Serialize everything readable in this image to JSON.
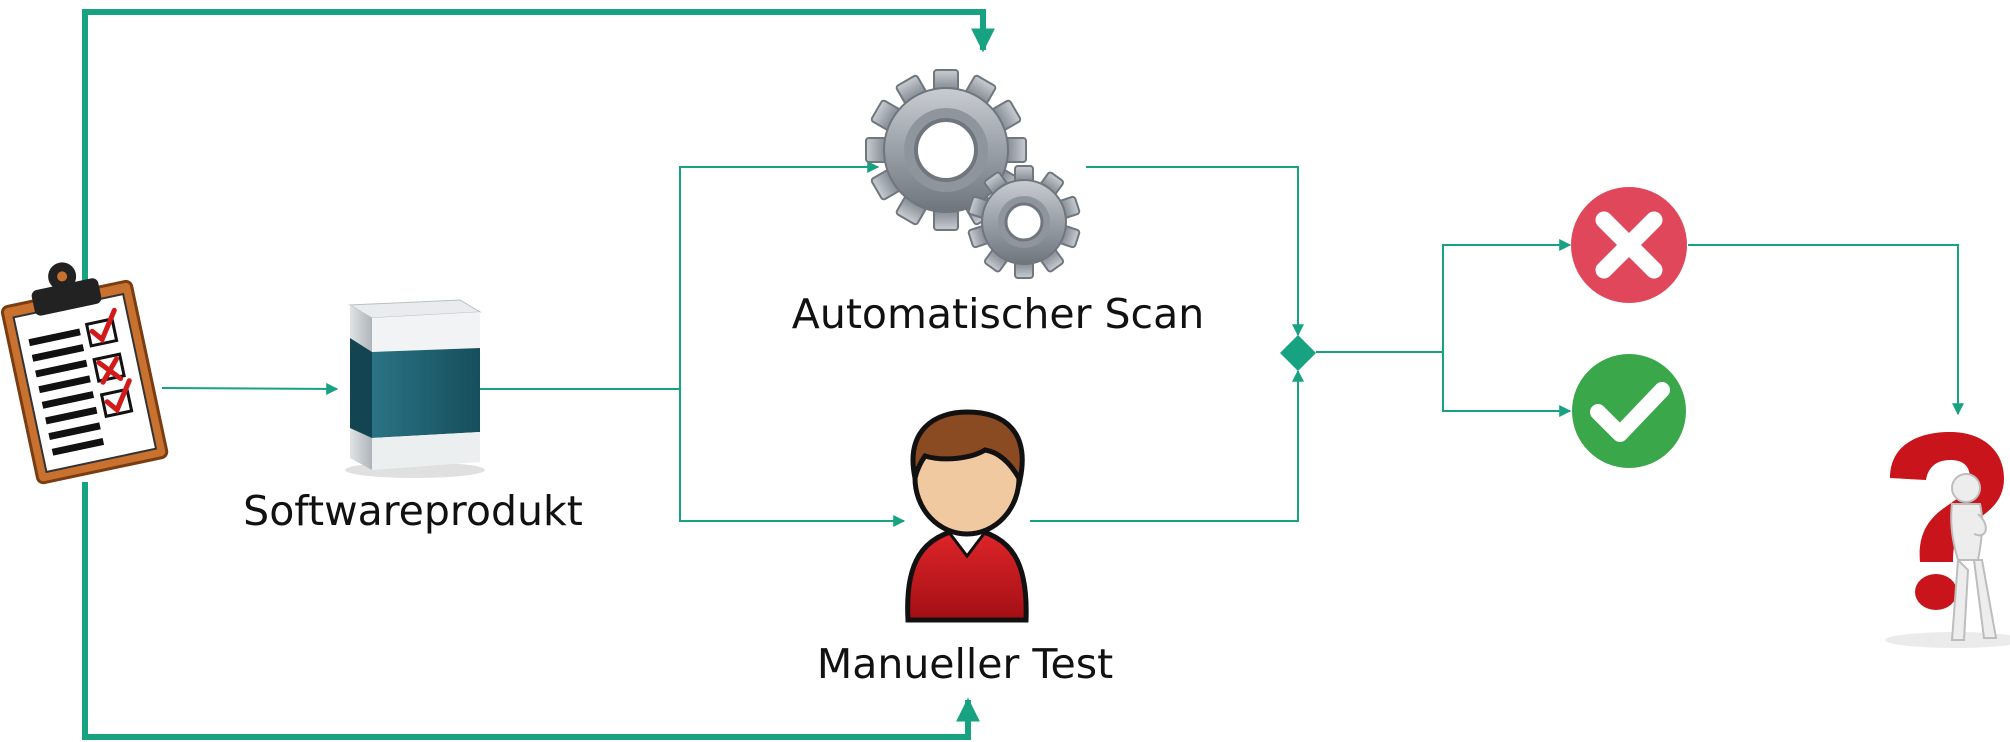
{
  "diagram": {
    "nodes": {
      "checklist": {
        "icon": "clipboard-checklist-icon"
      },
      "software": {
        "label": "Softwareprodukt",
        "icon": "software-box-icon"
      },
      "scan": {
        "label": "Automatischer Scan",
        "icon": "gears-icon"
      },
      "manual": {
        "label": "Manueller Test",
        "icon": "person-icon"
      },
      "decision": {
        "icon": "decision-diamond-icon"
      },
      "fail": {
        "icon": "red-x-circle-icon"
      },
      "pass": {
        "icon": "green-checkmark-circle-icon"
      },
      "question": {
        "icon": "question-mark-thinking-figure-icon"
      }
    },
    "colors": {
      "connector": "#17a382",
      "fail": "#e0475a",
      "pass": "#3aa84a",
      "question": "#c8141a",
      "box": "#1d5f6f"
    }
  }
}
